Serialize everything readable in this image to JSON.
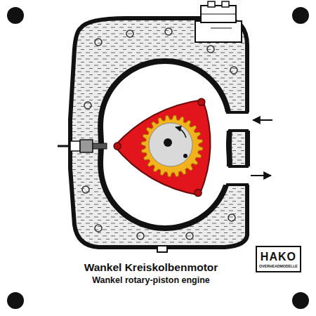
{
  "diagram": {
    "title": "Wankel Kreiskolbenmotor",
    "caption": "Wankel rotary-piston engine",
    "nodes": [
      {
        "text": [
          "HAKO",
          "OVERHEADMODELLE"
        ]
      }
    ]
  }
}
